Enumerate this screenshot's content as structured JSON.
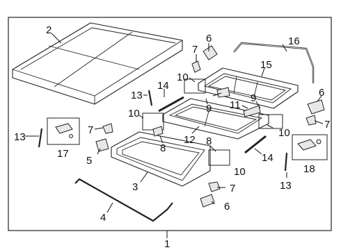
{
  "diagram": {
    "callouts": {
      "c1": "1",
      "c2": "2",
      "c3": "3",
      "c4": "4",
      "c5": "5",
      "c6a": "6",
      "c6b": "6",
      "c6c": "6",
      "c7a": "7",
      "c7b": "7",
      "c7c": "7",
      "c7d": "7",
      "c8a": "8",
      "c8b": "8",
      "c9a": "9",
      "c9b": "9",
      "c10a": "10",
      "c10b": "10",
      "c10c": "10",
      "c10d": "10",
      "c11": "11",
      "c12": "12",
      "c13a": "13",
      "c13b": "13",
      "c13c": "13",
      "c14a": "14",
      "c14b": "14",
      "c15": "15",
      "c16": "16",
      "c17": "17",
      "c18": "18"
    }
  }
}
